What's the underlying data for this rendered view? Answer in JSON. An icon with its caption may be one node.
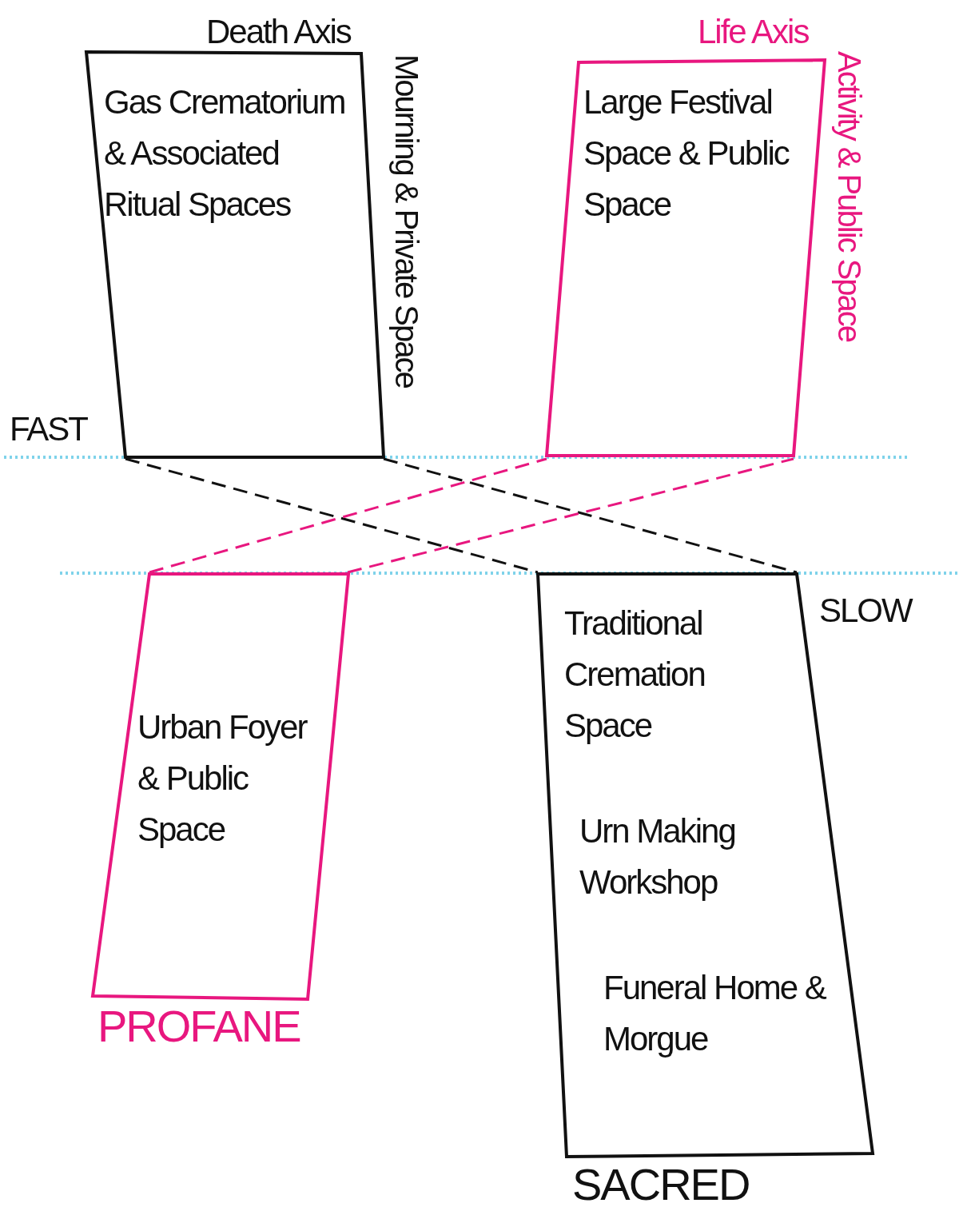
{
  "diagram": {
    "nodes": [
      {
        "text": [
          "Death Axis",
          "Gas Crematorium & Associated Ritual Spaces"
        ],
        "beside": [
          "Mourning & Private Space"
        ]
      },
      {
        "text": [
          "Life Axis",
          "Large Festival Space & Public Space"
        ],
        "beside": [
          "Activity & Public Space"
        ]
      },
      {
        "text": [
          "Urban Foyer & Public Space"
        ],
        "beside": [
          "PROFANE"
        ]
      },
      {
        "text": [
          "Traditional Cremation Space",
          "Urn Making Workshop",
          "Funeral Home & Morgue"
        ],
        "beside": [
          "SACRED"
        ]
      }
    ],
    "edges": [
      {
        "from": 0,
        "to": 3,
        "arrow": "none",
        "style": "dashed"
      },
      {
        "from": 0,
        "to": 3,
        "arrow": "none",
        "style": "dashed"
      },
      {
        "from": 2,
        "to": 1,
        "arrow": "none",
        "style": "dashed",
        "color": "#e8177f"
      },
      {
        "from": 2,
        "to": 1,
        "arrow": "none",
        "style": "dashed",
        "color": "#e8177f"
      }
    ],
    "labels": [
      "FAST",
      "SLOW"
    ]
  }
}
